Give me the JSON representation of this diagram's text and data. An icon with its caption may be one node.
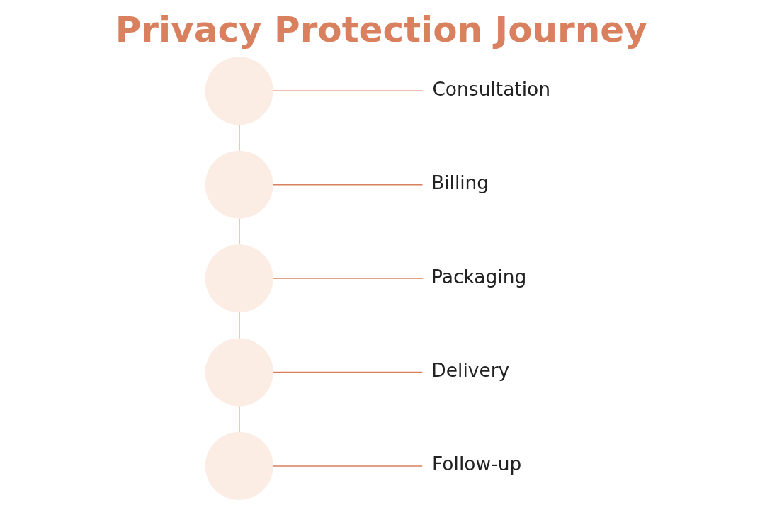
{
  "diagram": {
    "title": "Privacy Protection Journey",
    "nodes": [
      {
        "text": [],
        "shape": "circle"
      },
      {
        "text": [
          "Consultation"
        ]
      },
      {
        "text": [],
        "shape": "circle"
      },
      {
        "text": [
          "Billing"
        ]
      },
      {
        "text": [],
        "shape": "circle"
      },
      {
        "text": [
          "Packaging"
        ]
      },
      {
        "text": [],
        "shape": "circle"
      },
      {
        "text": [
          "Delivery"
        ]
      },
      {
        "text": [],
        "shape": "circle"
      },
      {
        "text": [
          "Follow-up"
        ]
      }
    ],
    "edges": [
      {
        "from": 0,
        "to": 1,
        "arrow": "none"
      },
      {
        "from": 0,
        "to": 2,
        "arrow": "none"
      },
      {
        "from": 2,
        "to": 3,
        "arrow": "none"
      },
      {
        "from": 2,
        "to": 4,
        "arrow": "none"
      },
      {
        "from": 4,
        "to": 5,
        "arrow": "none"
      },
      {
        "from": 4,
        "to": 6,
        "arrow": "none"
      },
      {
        "from": 6,
        "to": 7,
        "arrow": "none"
      },
      {
        "from": 6,
        "to": 8,
        "arrow": "none"
      },
      {
        "from": 8,
        "to": 9,
        "arrow": "none"
      }
    ]
  }
}
